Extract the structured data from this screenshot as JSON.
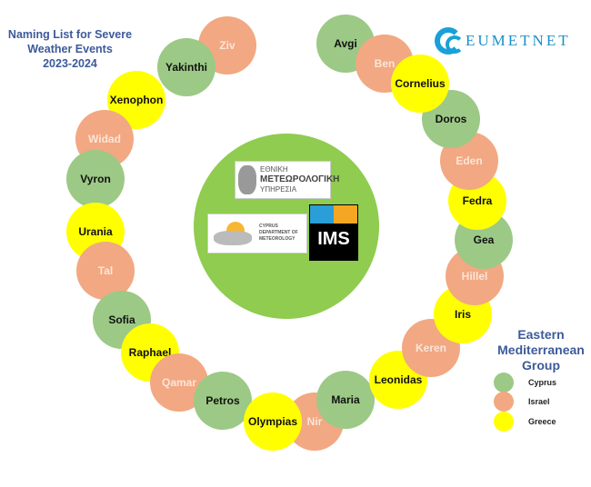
{
  "title": [
    "Naming List for Severe",
    "Weather Events",
    "2023-2024"
  ],
  "logo": "EUMETNET",
  "names": [
    "Ziv",
    "Yakinthi",
    "Xenophon",
    "Widad",
    "Vyron",
    "Urania",
    "Tal",
    "Sofia",
    "Raphael",
    "Qamar",
    "Petros",
    "Olympias",
    "Nir",
    "Maria",
    "Leonidas",
    "Keren",
    "Iris",
    "Hillel",
    "Gea",
    "Fedra",
    "Eden",
    "Doros",
    "Cornelius",
    "Ben",
    "Avgi"
  ],
  "center_logos": {
    "hnms": [
      "ΕΘΝΙΚΗ",
      "ΜΕΤΕΩΡΟΛΟΓΙΚΗ",
      "ΥΠΗΡΕΣΙΑ"
    ],
    "cyprus": [
      "CYPRUS",
      "DEPARTMENT OF",
      "METEOROLOGY"
    ],
    "ims": "IMS"
  },
  "legend": {
    "title": [
      "Eastern",
      "Mediterranean",
      "Group"
    ],
    "items": [
      {
        "label": "Cyprus",
        "color": "#9cc986"
      },
      {
        "label": "Israel",
        "color": "#f2a882"
      },
      {
        "label": "Greece",
        "color": "#ffff00"
      }
    ]
  }
}
